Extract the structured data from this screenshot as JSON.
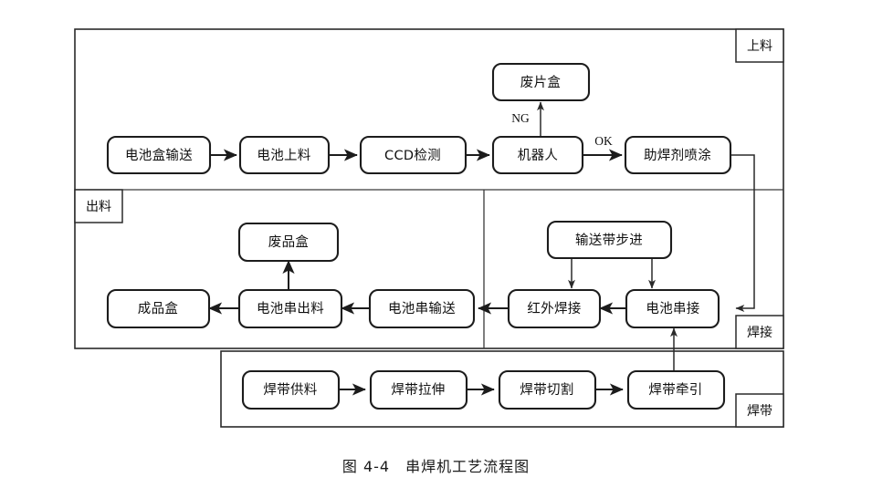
{
  "figure": {
    "caption": "图 4-4　串焊机工艺流程图",
    "caption_number": "图 4-4",
    "caption_title": "串焊机工艺流程图",
    "type": "process-flow-diagram"
  },
  "zones": [
    {
      "id": "loading",
      "tag": "上料"
    },
    {
      "id": "unloading",
      "tag": "出料"
    },
    {
      "id": "welding",
      "tag": "焊接"
    },
    {
      "id": "ribbon",
      "tag": "焊带"
    }
  ],
  "nodes": [
    {
      "id": "battery-box-transport",
      "label": "电池盒输送",
      "zone": "loading"
    },
    {
      "id": "battery-loading",
      "label": "电池上料",
      "zone": "loading"
    },
    {
      "id": "ccd-inspection",
      "label": "CCD检测",
      "zone": "loading"
    },
    {
      "id": "robot",
      "label": "机器人",
      "zone": "loading"
    },
    {
      "id": "flux-spray",
      "label": "助焊剂喷涂",
      "zone": "loading"
    },
    {
      "id": "scrap-cell-box",
      "label": "废片盒",
      "zone": "loading"
    },
    {
      "id": "reject-box",
      "label": "废品盒",
      "zone": "unloading"
    },
    {
      "id": "finished-box",
      "label": "成品盒",
      "zone": "unloading"
    },
    {
      "id": "string-unload",
      "label": "电池串出料",
      "zone": "unloading"
    },
    {
      "id": "string-transport",
      "label": "电池串输送",
      "zone": "unloading"
    },
    {
      "id": "infrared-welding",
      "label": "红外焊接",
      "zone": "welding"
    },
    {
      "id": "cell-stringing",
      "label": "电池串接",
      "zone": "welding"
    },
    {
      "id": "conveyor-step",
      "label": "输送带步进",
      "zone": "welding"
    },
    {
      "id": "ribbon-feed",
      "label": "焊带供料",
      "zone": "ribbon"
    },
    {
      "id": "ribbon-stretch",
      "label": "焊带拉伸",
      "zone": "ribbon"
    },
    {
      "id": "ribbon-cut",
      "label": "焊带切割",
      "zone": "ribbon"
    },
    {
      "id": "ribbon-pull",
      "label": "焊带牵引",
      "zone": "ribbon"
    }
  ],
  "edge_labels": {
    "robot_to_scrap": "NG",
    "robot_to_flux": "OK"
  },
  "colors": {
    "background": "#ffffff",
    "box_stroke": "#1c1c1c",
    "frame_stroke": "#2a2a2a",
    "text": "#101010"
  }
}
